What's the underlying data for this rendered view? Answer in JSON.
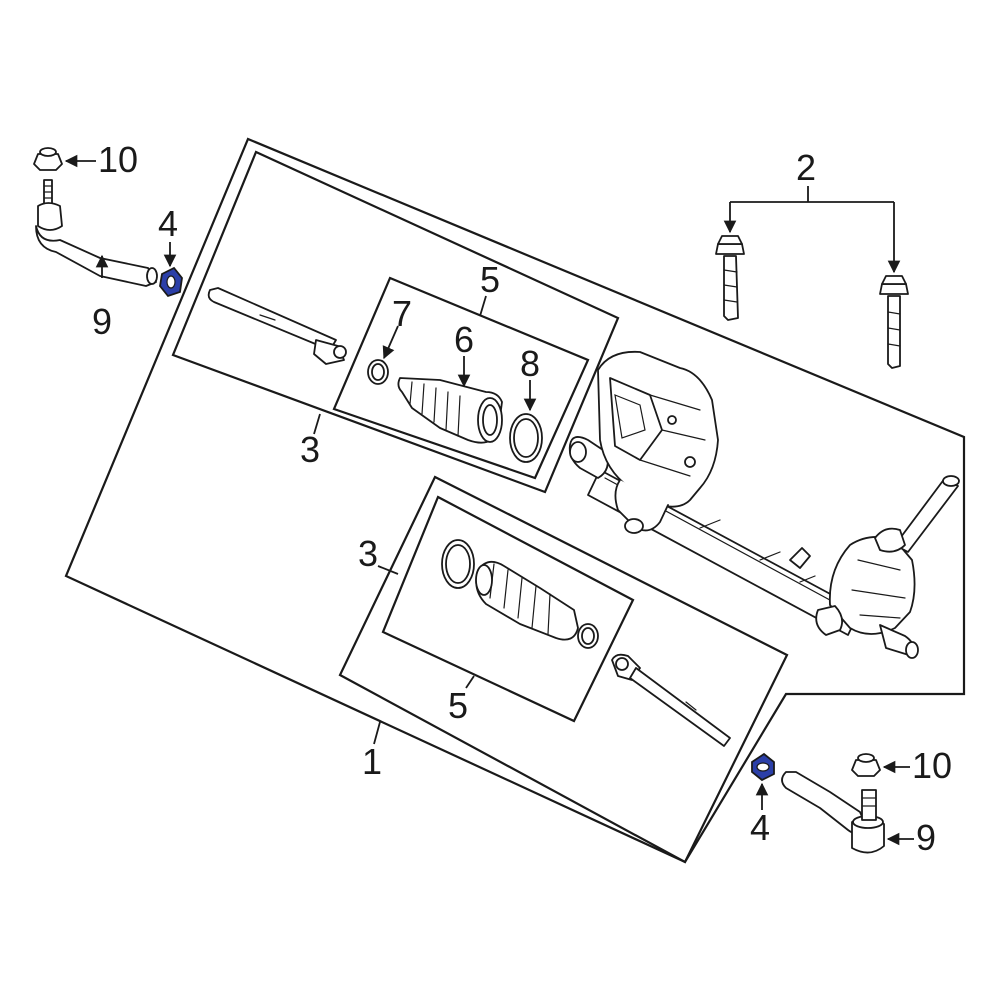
{
  "colors": {
    "line": "#1a1a1a",
    "background": "#ffffff",
    "highlight_nut": "#2b3fa8"
  },
  "callouts": {
    "c1": "1",
    "c2": "2",
    "c3_upper": "3",
    "c3_lower": "3",
    "c4_left": "4",
    "c4_right": "4",
    "c5_upper": "5",
    "c5_lower": "5",
    "c6": "6",
    "c7": "7",
    "c8": "8",
    "c9_left": "9",
    "c9_right": "9",
    "c10_left": "10",
    "c10_right": "10"
  }
}
